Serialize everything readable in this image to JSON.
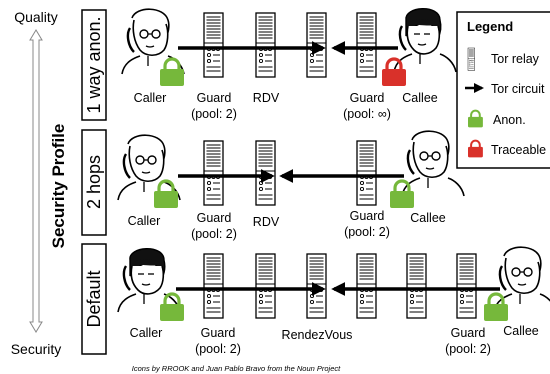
{
  "axis": {
    "top_label": "Quality",
    "bottom_label": "Security",
    "title": "Security Profile"
  },
  "rows": [
    {
      "name": "1 way anon.",
      "caller_label": "Caller",
      "caller_status": "anon",
      "guard_label": "Guard",
      "guard_pool": "(pool: 2)",
      "rdv_label": "RDV",
      "callee_guard_label": "Guard",
      "callee_guard_pool": "(pool: ∞)",
      "callee_label": "Callee",
      "callee_status": "traceable"
    },
    {
      "name": "2 hops",
      "caller_label": "Caller",
      "caller_status": "anon",
      "guard_label": "Guard",
      "guard_pool": "(pool: 2)",
      "rdv_label": "RDV",
      "callee_guard_label": "Guard",
      "callee_guard_pool": "(pool: 2)",
      "callee_label": "Callee",
      "callee_status": "anon"
    },
    {
      "name": "Default",
      "caller_label": "Caller",
      "caller_status": "anon",
      "guard_label": "Guard",
      "guard_pool": "(pool: 2)",
      "rdv_label": "RendezVous",
      "callee_guard_label": "Guard",
      "callee_guard_pool": "(pool: 2)",
      "callee_label": "Callee",
      "callee_status": "anon"
    }
  ],
  "legend": {
    "title": "Legend",
    "items": [
      {
        "icon": "server-icon",
        "label": "Tor relay"
      },
      {
        "icon": "arrow-icon",
        "label": "Tor circuit"
      },
      {
        "icon": "lock-icon",
        "label": "Anon.",
        "color": "#76b83b"
      },
      {
        "icon": "lock-icon",
        "label": "Traceable",
        "color": "#d9312a"
      }
    ]
  },
  "credit": "Icons by RROOK and Juan Pablo Bravo from the Noun Project",
  "colors": {
    "anon": "#76b83b",
    "traceable": "#d9312a"
  }
}
